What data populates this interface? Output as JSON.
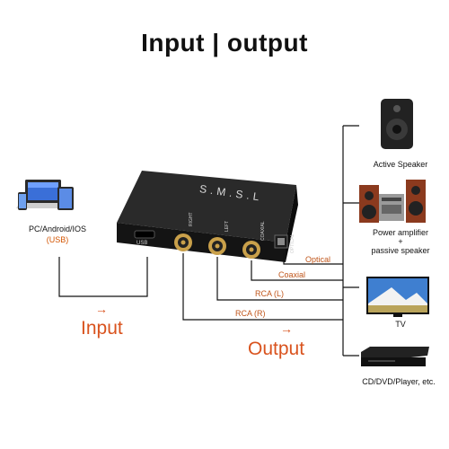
{
  "title": "Input | output",
  "source": {
    "label": "PC/Android/IOS",
    "sub": "(USB)"
  },
  "device": {
    "brand": "S.M.S.L",
    "ports": {
      "usb": "USB",
      "right": "RIGHT",
      "left": "LEFT",
      "coaxial": "COAXIAL",
      "optical": "OPTICAL"
    }
  },
  "cables": {
    "optical": "Optical",
    "coaxial": "Coaxial",
    "rca_l": "RCA (L)",
    "rca_r": "RCA (R)"
  },
  "arrows": {
    "input": "Input",
    "output": "Output",
    "glyph": "→"
  },
  "outputs": [
    {
      "label": "Active Speaker"
    },
    {
      "label": "Power amplifier\n+\npassive speaker"
    },
    {
      "label": "TV"
    },
    {
      "label": "CD/DVD/Player, etc."
    }
  ],
  "colors": {
    "line": "#111111",
    "accent": "#d9531e",
    "device": "#1b1b1b",
    "gold": "#b8923a"
  }
}
